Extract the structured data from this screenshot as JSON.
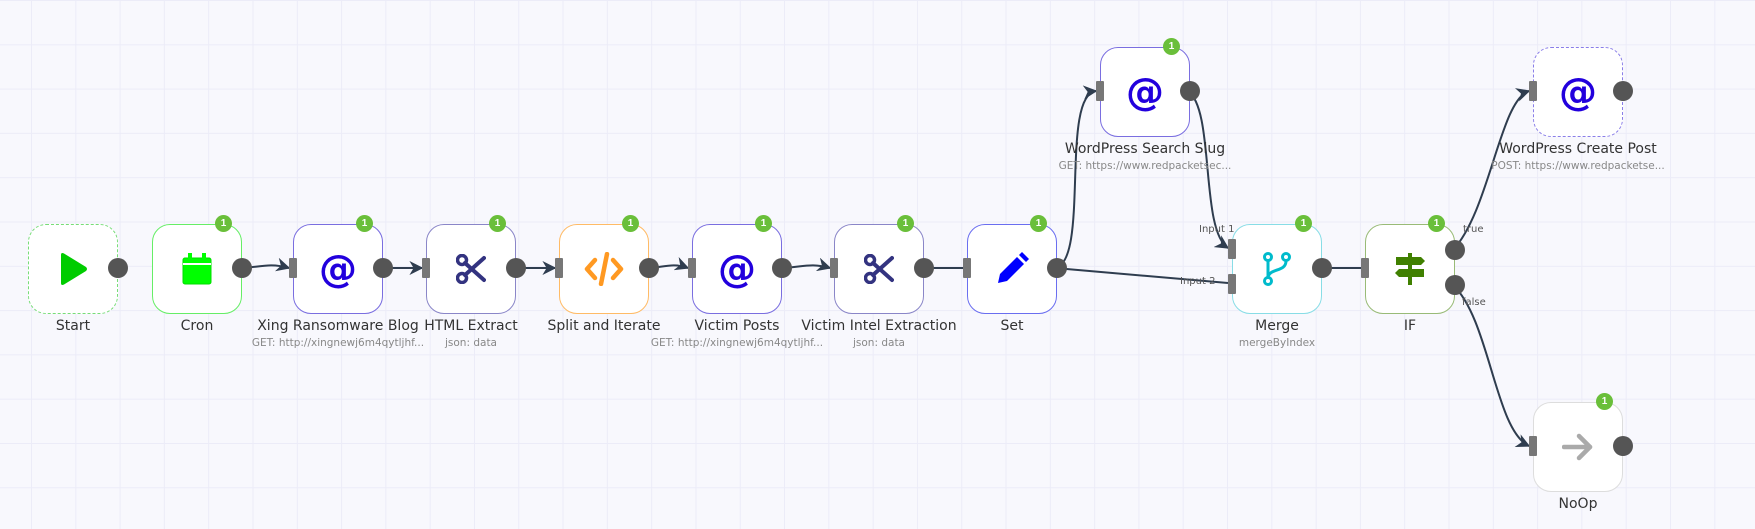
{
  "canvas": {
    "title": "Workflow editor"
  },
  "colors": {
    "background": "#f8f8fd",
    "grid": "#ececf8",
    "edge": "#2f3d4f",
    "output_dot": "#555555",
    "input_port": "#777777",
    "badge": "#6abf3a",
    "http_icon": "#2200dd",
    "start_icon": "#00cc00",
    "cron_icon": "#00ff00",
    "html_icon": "#333380",
    "split_icon": "#ff9922",
    "set_icon": "#0000ff",
    "merge_icon": "#00bbcc",
    "if_icon": "#408000",
    "noop_icon": "#aaaaaa"
  },
  "nodes": [
    {
      "id": "start",
      "name": "Start",
      "subtitle": "",
      "icon": "play-icon",
      "badge": null
    },
    {
      "id": "cron",
      "name": "Cron",
      "subtitle": "",
      "icon": "calendar-icon",
      "badge": "1"
    },
    {
      "id": "xing",
      "name": "Xing Ransomware Blog",
      "subtitle": "GET: http://xingnewj6m4qytljhf...",
      "icon": "at-icon",
      "icon_text": "@",
      "badge": "1"
    },
    {
      "id": "html_extract",
      "name": "HTML Extract",
      "subtitle": "json: data",
      "icon": "scissors-icon",
      "badge": "1"
    },
    {
      "id": "split",
      "name": "Split and Iterate",
      "subtitle": "",
      "icon": "code-icon",
      "badge": "1"
    },
    {
      "id": "victim_posts",
      "name": "Victim Posts",
      "subtitle": "GET: http://xingnewj6m4qytljhf...",
      "icon": "at-icon",
      "icon_text": "@",
      "badge": "1"
    },
    {
      "id": "victim_intel",
      "name": "Victim Intel Extraction",
      "subtitle": "json: data",
      "icon": "scissors-icon",
      "badge": "1"
    },
    {
      "id": "set",
      "name": "Set",
      "subtitle": "",
      "icon": "pen-icon",
      "badge": "1"
    },
    {
      "id": "wp_search",
      "name": "WordPress Search Slug",
      "subtitle": "GET: https://www.redpacketsec...",
      "icon": "at-icon",
      "icon_text": "@",
      "badge": "1"
    },
    {
      "id": "merge",
      "name": "Merge",
      "subtitle": "mergeByIndex",
      "icon": "merge-icon",
      "badge": "1"
    },
    {
      "id": "if",
      "name": "IF",
      "subtitle": "",
      "icon": "signpost-icon",
      "badge": "1"
    },
    {
      "id": "wp_create",
      "name": "WordPress Create Post",
      "subtitle": "POST: https://www.redpacketse...",
      "icon": "at-icon",
      "icon_text": "@",
      "badge": null
    },
    {
      "id": "noop",
      "name": "NoOp",
      "subtitle": "",
      "icon": "arrow-right-icon",
      "badge": "1"
    }
  ],
  "port_labels": {
    "merge_input_1": "Input 1",
    "merge_input_2": "Input 2",
    "if_true": "true",
    "if_false": "false"
  },
  "connections": [
    {
      "from": "cron",
      "to": "xing"
    },
    {
      "from": "xing",
      "to": "html_extract"
    },
    {
      "from": "html_extract",
      "to": "split"
    },
    {
      "from": "split",
      "to": "victim_posts"
    },
    {
      "from": "victim_posts",
      "to": "victim_intel"
    },
    {
      "from": "victim_intel",
      "to": "set"
    },
    {
      "from": "set",
      "to": "wp_search"
    },
    {
      "from": "set",
      "to": "merge",
      "input": "Input 2"
    },
    {
      "from": "wp_search",
      "to": "merge",
      "input": "Input 1"
    },
    {
      "from": "merge",
      "to": "if"
    },
    {
      "from": "if",
      "to": "wp_create",
      "output": "true"
    },
    {
      "from": "if",
      "to": "noop",
      "output": "false"
    }
  ]
}
